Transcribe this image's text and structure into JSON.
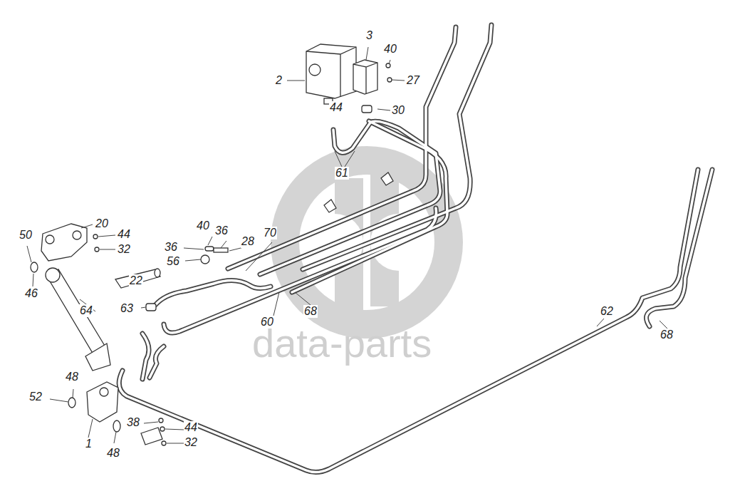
{
  "diagram": {
    "labels": [
      "3",
      "40",
      "2",
      "27",
      "44",
      "30",
      "61",
      "20",
      "50",
      "44",
      "40",
      "36",
      "70",
      "32",
      "36",
      "28",
      "56",
      "46",
      "22",
      "63",
      "64",
      "68",
      "62",
      "60",
      "68",
      "data-parts",
      "48",
      "52",
      "38",
      "44",
      "1",
      "32",
      "48"
    ]
  }
}
